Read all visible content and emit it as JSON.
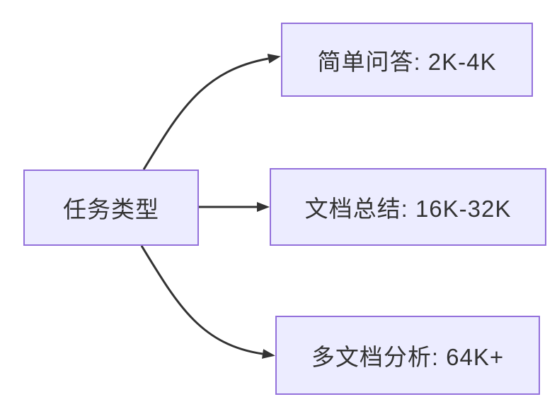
{
  "diagram": {
    "type": "flowchart",
    "direction": "left-to-right",
    "root": {
      "id": "task-type",
      "label": "任务类型"
    },
    "children": [
      {
        "id": "simple-qa",
        "label": "简单问答: 2K-4K"
      },
      {
        "id": "doc-summary",
        "label": "文档总结: 16K-32K"
      },
      {
        "id": "multi-doc",
        "label": "多文档分析: 64K+"
      }
    ],
    "edges": [
      {
        "from": "task-type",
        "to": "simple-qa"
      },
      {
        "from": "task-type",
        "to": "doc-summary"
      },
      {
        "from": "task-type",
        "to": "multi-doc"
      }
    ],
    "colors": {
      "node_fill": "#ECECFF",
      "node_border": "#9370DB",
      "edge_stroke": "#333333",
      "text": "#333333",
      "background": "#FFFFFF"
    }
  }
}
